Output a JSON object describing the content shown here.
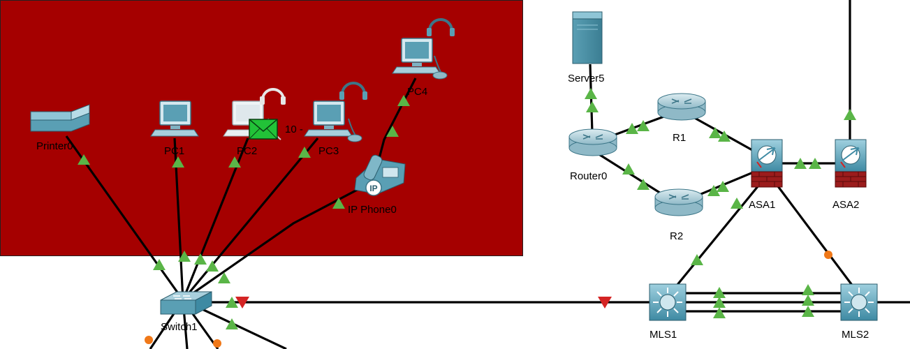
{
  "canvas": {
    "zone_color": "#a50000",
    "link_color": "#000000",
    "up_color": "#5ab547",
    "down_color": "#d42424",
    "amber_color": "#f07818"
  },
  "devices": {
    "printer0": {
      "label": "Printer0",
      "icon": "printer-icon"
    },
    "pc1": {
      "label": "PC1",
      "icon": "pc-icon"
    },
    "pc2": {
      "label": "PC2",
      "icon": "pc-headset-icon"
    },
    "pc3": {
      "label": "PC3",
      "icon": "pc-headset-icon"
    },
    "pc4": {
      "label": "PC4",
      "icon": "pc-headset-icon"
    },
    "ipphone0": {
      "label": "IP Phone0",
      "icon": "ip-phone-icon",
      "badge": "IP"
    },
    "switch1": {
      "label": "Switch1",
      "icon": "switch-icon"
    },
    "server5": {
      "label": "Server5",
      "icon": "server-icon"
    },
    "router0": {
      "label": "Router0",
      "icon": "router-icon"
    },
    "r1": {
      "label": "R1",
      "icon": "router-icon"
    },
    "r2": {
      "label": "R2",
      "icon": "router-icon"
    },
    "asa1": {
      "label": "ASA1",
      "icon": "firewall-icon"
    },
    "asa2": {
      "label": "ASA2",
      "icon": "firewall-icon"
    },
    "mls1": {
      "label": "MLS1",
      "icon": "multilayer-switch-icon"
    },
    "mls2": {
      "label": "MLS2",
      "icon": "multilayer-switch-icon"
    }
  },
  "pdu": {
    "label": "10 -",
    "icon": "envelope-icon",
    "color": "#22c238"
  }
}
